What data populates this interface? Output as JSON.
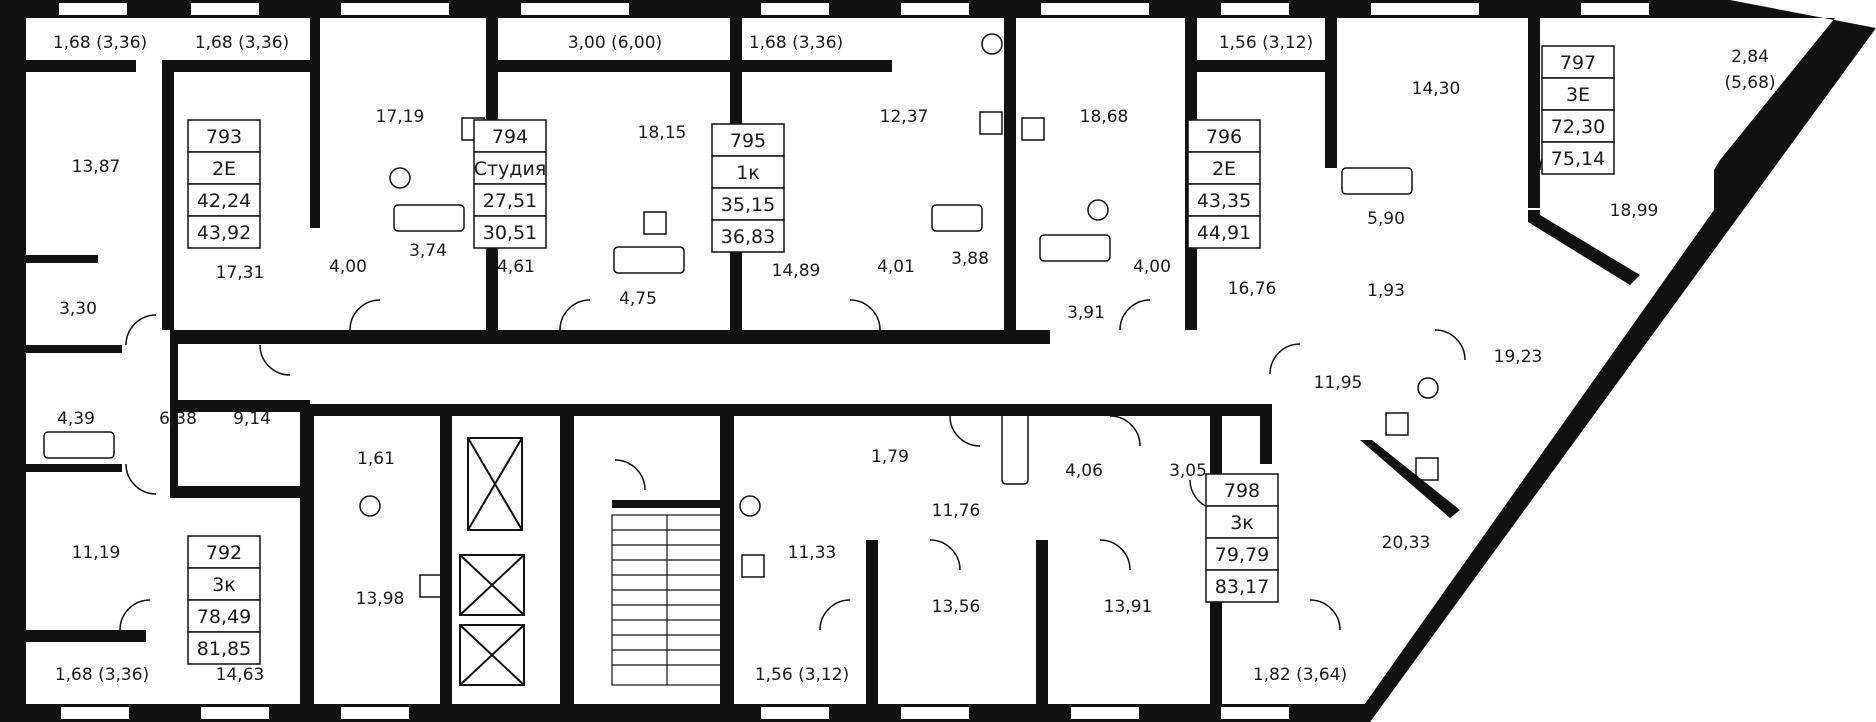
{
  "plan": {
    "apartments": [
      {
        "number": "792",
        "type": "3к",
        "living": "78,49",
        "total": "81,85"
      },
      {
        "number": "793",
        "type": "2Е",
        "living": "42,24",
        "total": "43,92"
      },
      {
        "number": "794",
        "type": "Студия",
        "living": "27,51",
        "total": "30,51"
      },
      {
        "number": "795",
        "type": "1к",
        "living": "35,15",
        "total": "36,83"
      },
      {
        "number": "796",
        "type": "2Е",
        "living": "43,35",
        "total": "44,91"
      },
      {
        "number": "797",
        "type": "3Е",
        "living": "72,30",
        "total": "75,14"
      },
      {
        "number": "798",
        "type": "3к",
        "living": "79,79",
        "total": "83,17"
      }
    ],
    "balconies": [
      "1,68 (3,36)",
      "1,68 (3,36)",
      "3,00 (6,00)",
      "1,68 (3,36)",
      "1,56 (3,12)",
      "2,84",
      "(5,68)",
      "1,68 (3,36)",
      "1,56 (3,12)",
      "1,82 (3,64)"
    ],
    "rooms": [
      "13,87",
      "17,31",
      "17,19",
      "4,00",
      "3,74",
      "4,61",
      "18,15",
      "4,75",
      "14,89",
      "12,37",
      "4,01",
      "3,88",
      "18,68",
      "3,91",
      "4,00",
      "16,76",
      "14,30",
      "5,90",
      "1,93",
      "18,99",
      "3,30",
      "4,39",
      "6,38",
      "9,14",
      "11,95",
      "19,23",
      "1,61",
      "1,79",
      "4,06",
      "3,05",
      "11,76",
      "11,19",
      "13,98",
      "11,33",
      "13,56",
      "13,91",
      "20,33",
      "14,63"
    ]
  }
}
